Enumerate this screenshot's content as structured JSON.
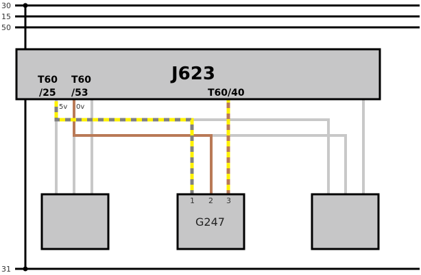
{
  "rails": [
    {
      "label": "30"
    },
    {
      "label": "15"
    },
    {
      "label": "50"
    },
    {
      "label": "31"
    }
  ],
  "ecu": {
    "name": "J623",
    "pins": [
      {
        "line1": "T60",
        "line2": "/25",
        "voltage": "5v"
      },
      {
        "line1": "T60",
        "line2": "/53",
        "voltage": "0v"
      },
      {
        "line1": "T60/40"
      }
    ]
  },
  "sensor": {
    "name": "G247",
    "pins": [
      "1",
      "2",
      "3"
    ]
  },
  "colors": {
    "rail": "#000000",
    "box_fill": "#c6c6c7",
    "wire_gray": "#c8c8c8",
    "wire_brown": "#b97a57",
    "wire_yellow": "#fff200",
    "wire_dash_gray": "#808080"
  }
}
